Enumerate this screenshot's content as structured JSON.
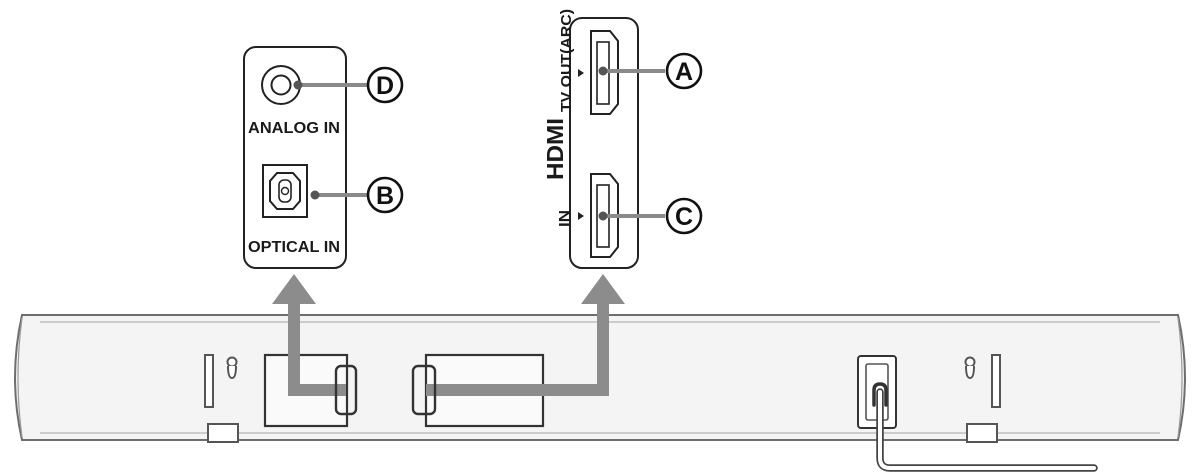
{
  "colors": {
    "line": "#1a1a1a",
    "arrow": "#8c8c8c",
    "soundbar_fill": "#f4f4f4",
    "soundbar_stroke": "#6e6e6e",
    "panel_fill": "#ffffff"
  },
  "left_panel": {
    "analog_label": "ANALOG IN",
    "optical_label": "OPTICAL IN",
    "callout_analog": "D",
    "callout_optical": "B"
  },
  "right_panel": {
    "hdmi_label": "HDMI",
    "tv_out_label": "TV OUT(ARC)",
    "in_label": "IN",
    "callout_tv_out": "A",
    "callout_in": "C"
  },
  "icons": [
    "analog-jack-icon",
    "optical-port-icon",
    "hdmi-port-icon",
    "keyhole-icon",
    "power-cord-icon",
    "up-arrow-icon"
  ]
}
